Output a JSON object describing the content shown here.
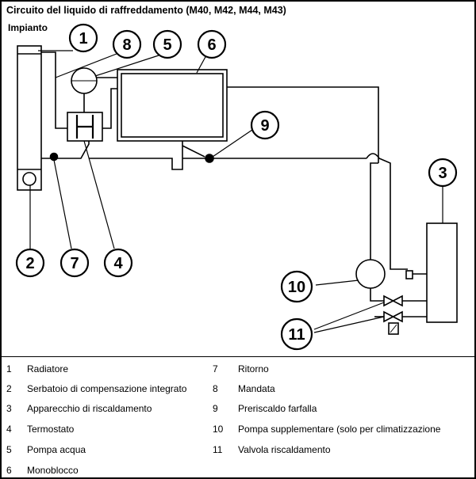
{
  "title": "Circuito del liquido di raffreddamento (M40, M42, M44, M43)",
  "diagram_label": "Impianto",
  "callouts": [
    "1",
    "2",
    "3",
    "4",
    "5",
    "6",
    "7",
    "8",
    "9",
    "10",
    "11"
  ],
  "legend": [
    {
      "num": "1",
      "text": "Radiatore"
    },
    {
      "num": "2",
      "text": "Serbatoio di compensazione integrato"
    },
    {
      "num": "3",
      "text": "Apparecchio di riscaldamento"
    },
    {
      "num": "4",
      "text": "Termostato"
    },
    {
      "num": "5",
      "text": "Pompa acqua"
    },
    {
      "num": "6",
      "text": "Monoblocco"
    },
    {
      "num": "7",
      "text": "Ritorno"
    },
    {
      "num": "8",
      "text": "Mandata"
    },
    {
      "num": "9",
      "text": "Preriscaldo farfalla"
    },
    {
      "num": "10",
      "text": "Pompa supplementare (solo per climatizzazione"
    },
    {
      "num": "11",
      "text": "Valvola riscaldamento"
    }
  ]
}
